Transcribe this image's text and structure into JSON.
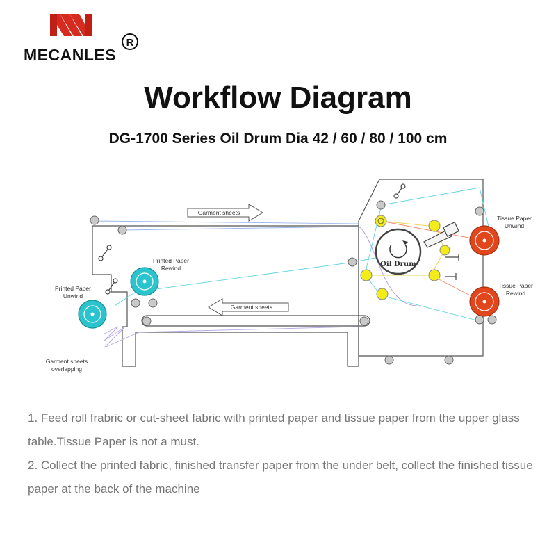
{
  "brand": {
    "name": "MECANLES",
    "registered_mark": "R",
    "color": "#d62b1f"
  },
  "header": {
    "title": "Workflow Diagram",
    "subtitle": "DG-1700 Series Oil Drum Dia 42 / 60 / 80 / 100 cm"
  },
  "diagram": {
    "arrow_top_label": "Garment sheets",
    "arrow_bottom_label": "Garment sheets",
    "printed_paper_rewind": [
      "Printed  Paper",
      "Rewind"
    ],
    "printed_paper_unwind": [
      "Printed  Paper",
      "Unwind"
    ],
    "tissue_paper_unwind": [
      "Tissue  Paper",
      "Unwind"
    ],
    "tissue_paper_rewind": [
      "Tissue  Paper",
      "Rewind"
    ],
    "garment_overlapping": [
      "Garment  sheets",
      "overlapping"
    ],
    "oil_drum_label": "Oil Drum",
    "colors": {
      "cyan": "#2ac4cf",
      "red": "#e2461c",
      "yellow": "#f4ec18"
    }
  },
  "steps": [
    "1. Feed roll frabric or cut-sheet fabric with printed paper and tissue paper from the upper glass table.Tissue Paper is not a must.",
    "2. Collect the printed fabric, finished transfer paper from the under belt, collect the finished tissue paper at the back of the machine"
  ]
}
